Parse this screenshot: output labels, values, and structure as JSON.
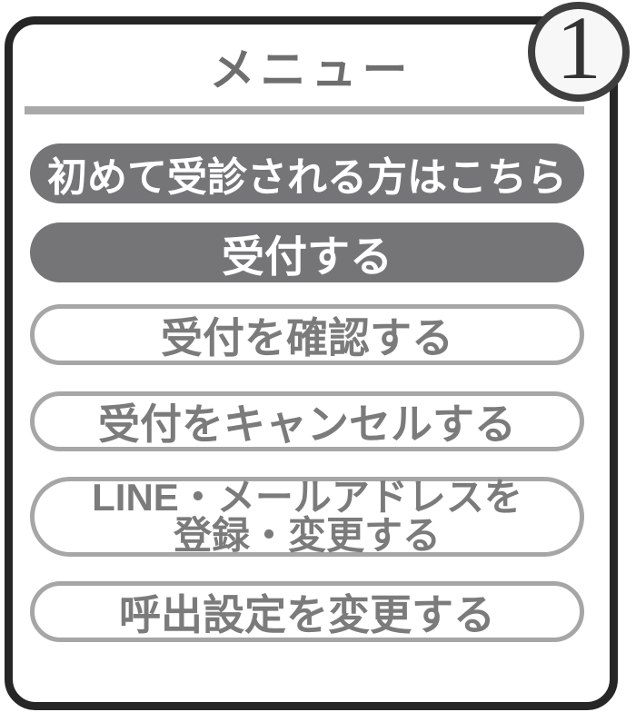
{
  "page": {
    "title": "メニュー",
    "step_badge": "1"
  },
  "menu": {
    "buttons": [
      {
        "label": "初めて受診される方はこちら",
        "variant": "dark"
      },
      {
        "label": "受付する",
        "variant": "dark"
      },
      {
        "label": "受付を確認する",
        "variant": "light"
      },
      {
        "label": "受付をキャンセルする",
        "variant": "light"
      },
      {
        "label": "LINE・メールアドレスを登録・変更する",
        "lines": [
          "LINE・メールアドレスを",
          "登録・変更する"
        ],
        "variant": "light"
      },
      {
        "label": "呼出設定を変更する",
        "variant": "light"
      }
    ]
  },
  "colors": {
    "dark_button": "#757578",
    "light_button_border": "#a6a6a6",
    "light_button_text": "#7b7b7b",
    "panel_border": "#262626",
    "divider": "#a9a9a9",
    "title_text": "#6e6e6e",
    "badge_border": "#3f3f3f",
    "badge_fill": "#f7f7f7",
    "badge_text": "#333333"
  }
}
